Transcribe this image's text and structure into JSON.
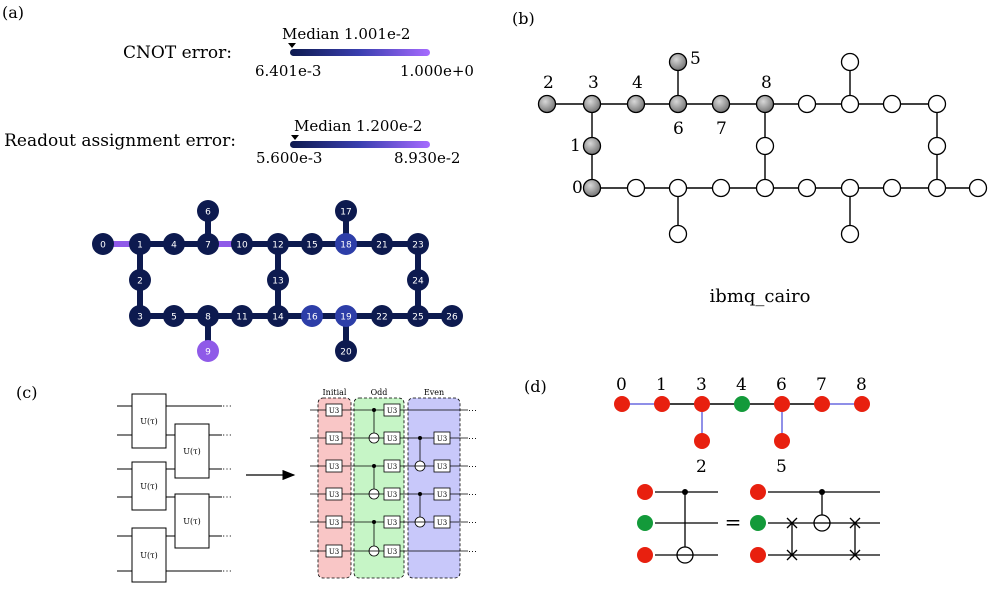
{
  "panels": {
    "a": "(a)",
    "b": "(b)",
    "c": "(c)",
    "d": "(d)"
  },
  "cnot": {
    "label": "CNOT error:",
    "median": "Median 1.001e-2",
    "min": "6.401e-3",
    "max": "1.000e+0"
  },
  "readout": {
    "label": "Readout assignment error:",
    "median": "Median 1.200e-2",
    "min": "5.600e-3",
    "max": "8.930e-2"
  },
  "colors": {
    "dark": "#0d1a4f",
    "mid": "#2d3ea8",
    "light": "#8f5ae8",
    "red": "#e8200f",
    "green": "#139a3a",
    "gray": "#888888",
    "blue_edge": "#6a6ae0"
  },
  "device": {
    "name": "ibmq_cairo",
    "qubits": [
      "0",
      "1",
      "2",
      "3",
      "4",
      "5",
      "6",
      "7",
      "8",
      "9",
      "10",
      "11",
      "12",
      "13",
      "14",
      "15",
      "16",
      "17",
      "18",
      "19",
      "20",
      "21",
      "22",
      "23",
      "24",
      "25",
      "26"
    ],
    "light_qubits": [
      "9"
    ],
    "mid_qubits": [
      "16",
      "18",
      "19"
    ],
    "highlight_couplings": [
      [
        "0",
        "1"
      ],
      [
        "7",
        "10"
      ]
    ]
  },
  "lattice_labels": [
    "0",
    "1",
    "2",
    "3",
    "4",
    "5",
    "6",
    "7",
    "8"
  ],
  "circuit": {
    "block_label": "U(τ)",
    "layers": [
      "Initial",
      "Odd",
      "Even"
    ],
    "gate_label": "U3",
    "ellipsis": "⋯"
  },
  "chain": {
    "labels": [
      "0",
      "1",
      "3",
      "4",
      "6",
      "7",
      "8",
      "2",
      "5"
    ],
    "swap_symbol": "="
  }
}
